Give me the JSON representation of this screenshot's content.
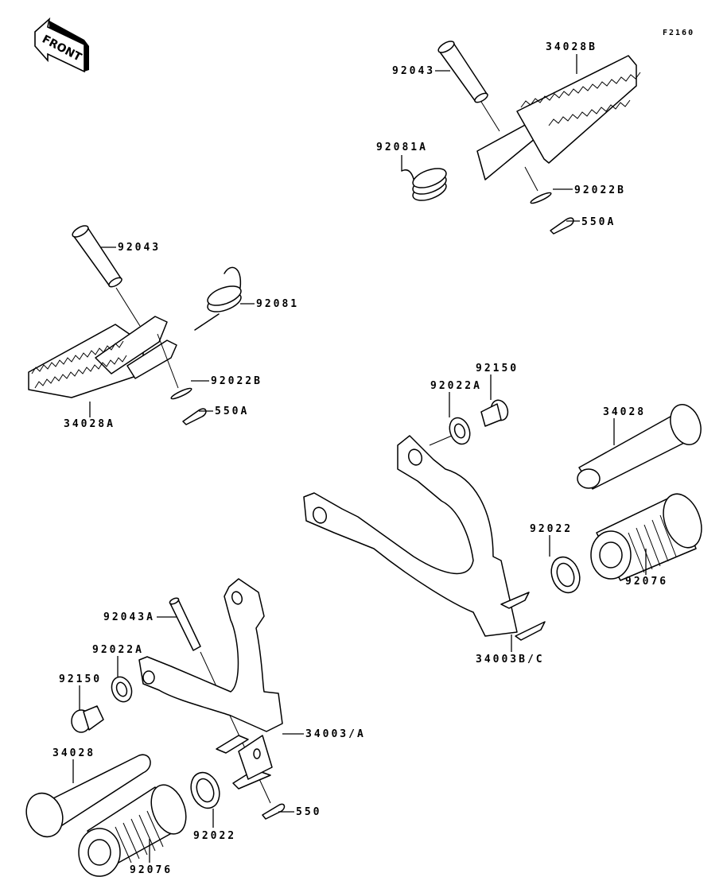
{
  "diagram_code": "F2160",
  "front_indicator": "FRONT",
  "labels": {
    "top_right_pin": "92043",
    "top_right_step": "34028B",
    "top_right_spring": "92081A",
    "top_right_washer": "92022B",
    "top_right_cotter": "550A",
    "left_pin": "92043",
    "left_spring": "92081",
    "left_washer": "92022B",
    "left_cotter": "550A",
    "left_step": "34028A",
    "right_washer_a": "92022A",
    "right_bolt": "92150",
    "right_peg": "34028",
    "right_washer": "92022",
    "right_rubber": "92076",
    "right_bracket": "34003B/C",
    "bottom_pin": "92043A",
    "bottom_washer_a": "92022A",
    "bottom_bolt": "92150",
    "bottom_bracket": "34003/A",
    "bottom_peg": "34028",
    "bottom_rubber": "92076",
    "bottom_washer": "92022",
    "bottom_cotter": "550"
  }
}
